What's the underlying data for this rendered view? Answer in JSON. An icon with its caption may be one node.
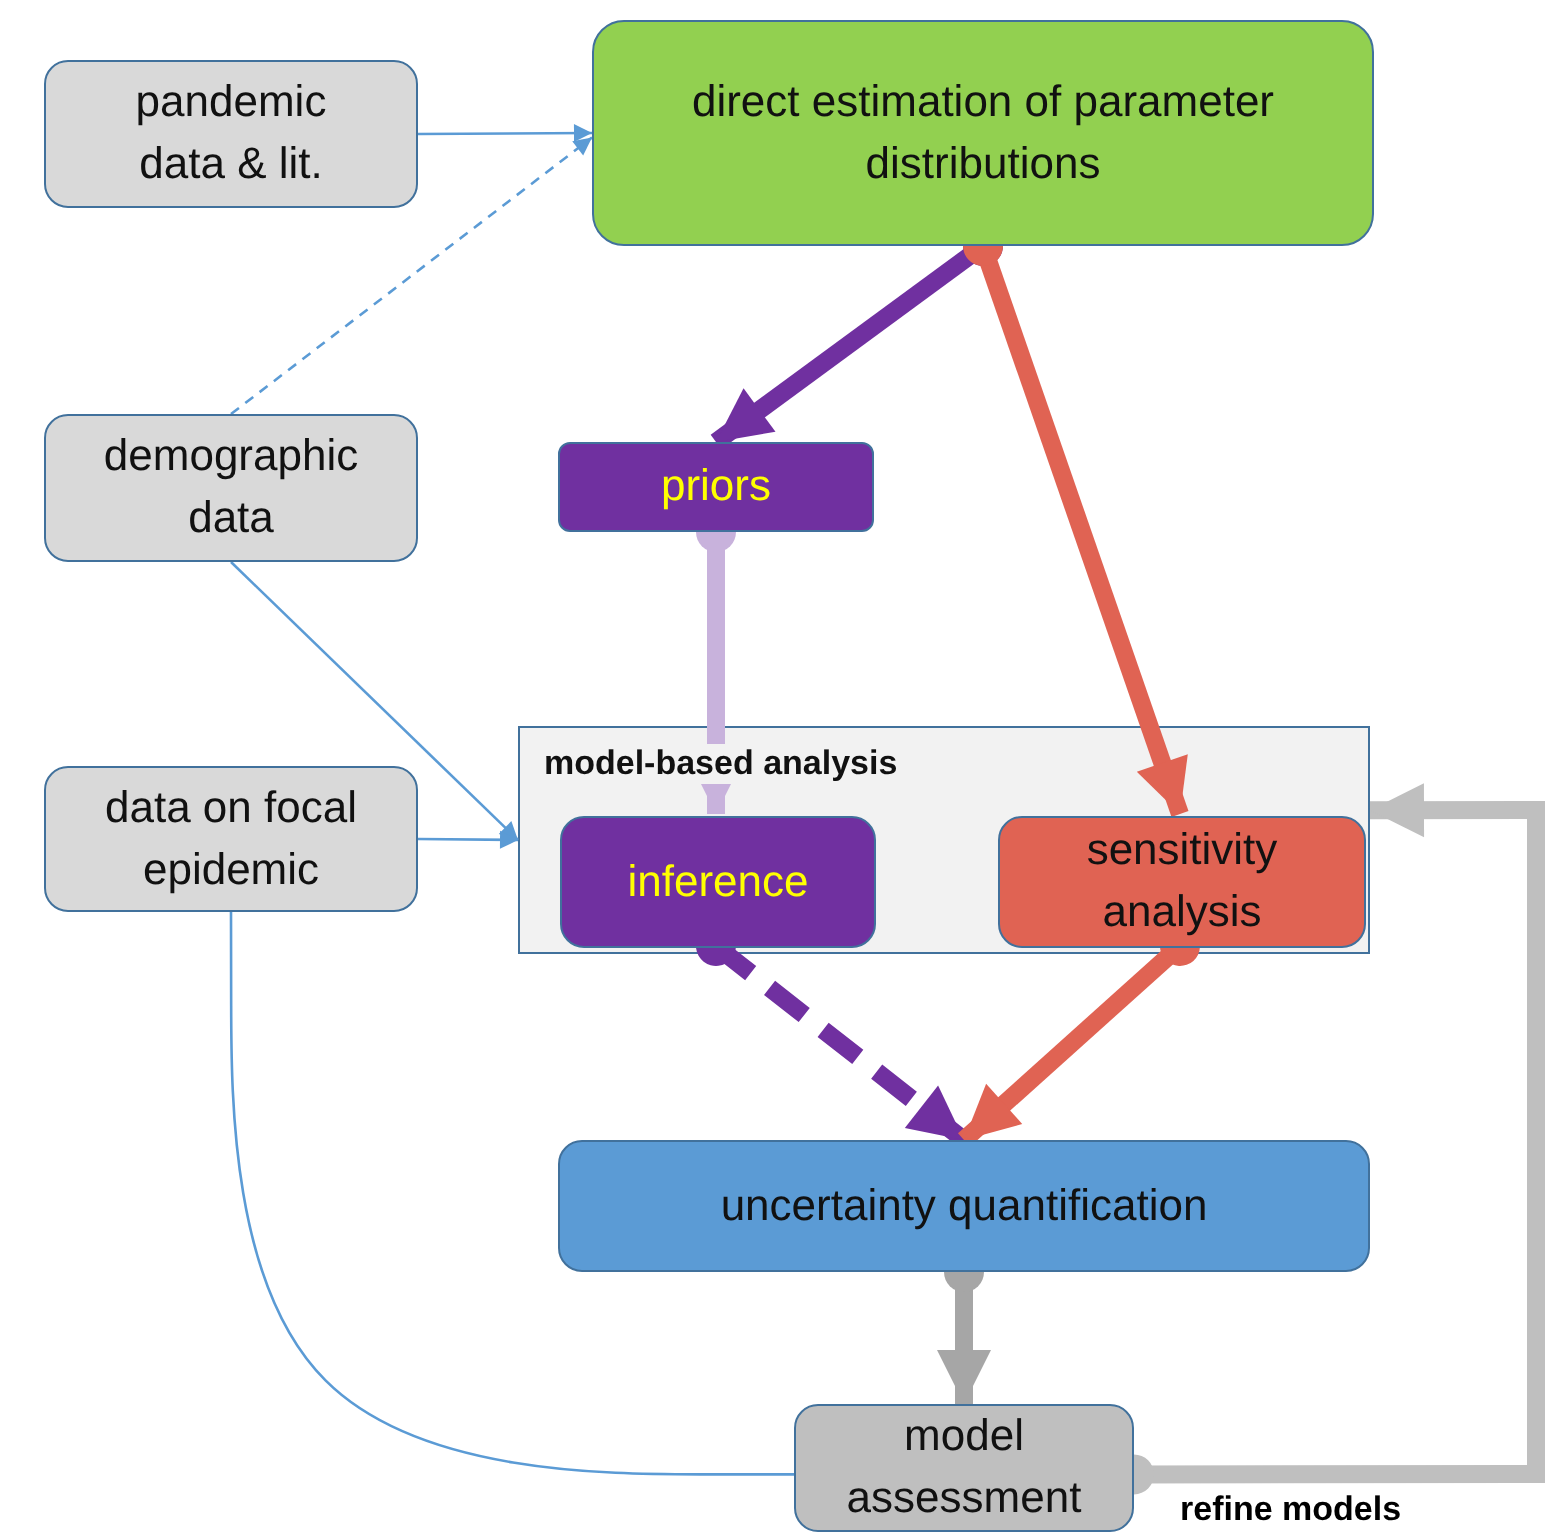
{
  "diagram": {
    "nodes": [
      {
        "text": [
          "pandemic data & lit."
        ]
      },
      {
        "text": [
          "direct estimation of parameter distributions"
        ]
      },
      {
        "text": [
          "demographic data"
        ]
      },
      {
        "text": [
          "priors"
        ]
      },
      {
        "text": [
          "data on focal epidemic"
        ]
      },
      {
        "text": [
          "model-based analysis"
        ]
      },
      {
        "text": [
          "inference"
        ],
        "in": 5
      },
      {
        "text": [
          "sensitivity analysis"
        ],
        "in": 5
      },
      {
        "text": [
          "uncertainty quantification"
        ]
      },
      {
        "text": [
          "model assessment"
        ]
      }
    ],
    "edges": [
      {
        "from": 0,
        "to": 1,
        "arrow": "to"
      },
      {
        "from": 2,
        "to": 1,
        "arrow": "to",
        "style": "dashed"
      },
      {
        "from": 2,
        "to": 5,
        "arrow": "to"
      },
      {
        "from": 4,
        "to": 5,
        "arrow": "to"
      },
      {
        "from": 1,
        "to": 3,
        "arrow": "to",
        "color": "#7030a0"
      },
      {
        "from": 1,
        "to": 7,
        "arrow": "to",
        "color": "#e06353"
      },
      {
        "from": 3,
        "to": 6,
        "arrow": "to",
        "color": "#c8b2dc"
      },
      {
        "from": 6,
        "to": 8,
        "arrow": "to",
        "style": "dashed",
        "color": "#7030a0"
      },
      {
        "from": 7,
        "to": 8,
        "arrow": "to",
        "color": "#e06353"
      },
      {
        "from": 8,
        "to": 9,
        "arrow": "to",
        "color": "#a6a6a6"
      },
      {
        "from": 4,
        "to": 9,
        "arrow": "none"
      },
      {
        "from": 9,
        "to": 5,
        "arrow": "to",
        "label": "refine models",
        "color": "#bfbfbf"
      }
    ]
  }
}
